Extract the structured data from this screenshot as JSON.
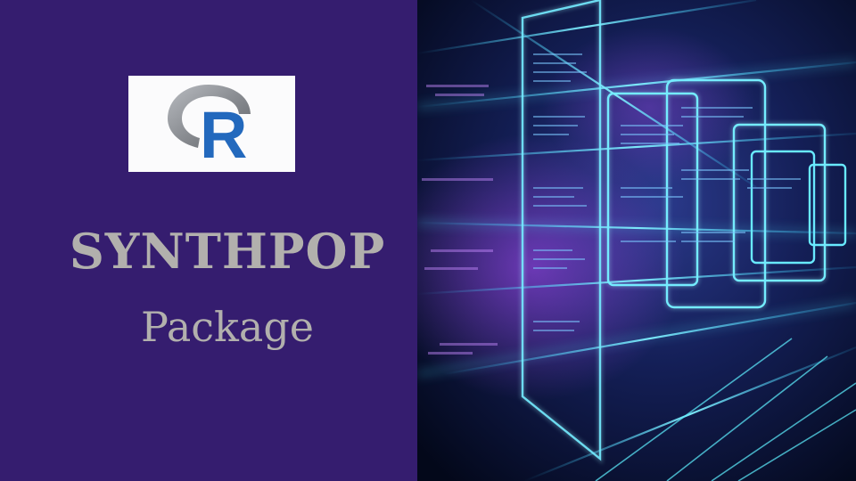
{
  "slide": {
    "title": "SYNTHPOP",
    "subtitle": "Package"
  },
  "logo": {
    "letter": "R",
    "ring_color": "#8a8d92",
    "letter_color": "#2369bd"
  },
  "colors": {
    "panel_background": "#351d6f",
    "title_text": "#b2b0ad",
    "accent_cyan": "#34d6ff",
    "accent_purple": "#a64dff"
  },
  "icons": {
    "logo": "r-language-logo-icon",
    "background_art": "digital-data-panels-image"
  }
}
